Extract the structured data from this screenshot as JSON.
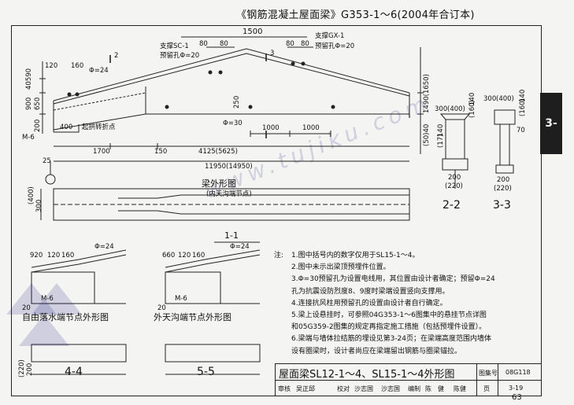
{
  "header_title": "《钢筋混凝土屋面梁》G353-1～6(2004年合订本)",
  "side_tab": "3-",
  "page_number": "63",
  "watermark": "www.tujiku.com",
  "elevation": {
    "dims_top": [
      "1500",
      "80",
      "80",
      "80",
      "80"
    ],
    "dims_left_top": [
      "120",
      "160",
      "Φ=24",
      "40590",
      "900"
    ],
    "dims_left_mid": [
      "650",
      "M-6",
      "200",
      "400"
    ],
    "support_sc": "支撑SC-1",
    "hole_20_a": "预留孔Φ=20",
    "support_gx": "支撑GX-1",
    "hole_20_b": "预留孔Φ=20",
    "section_mark_12": "2",
    "section_mark_13": "3",
    "phi30": "Φ=30",
    "dim_250": "250",
    "dim_1000a": "1000",
    "dim_1000b": "1000",
    "lifting_label": "起拱转折点",
    "dims_bottom": [
      "1700",
      "150",
      "4125(5625)",
      "11950(14950)",
      "25"
    ],
    "right_dims": [
      "1490(1650)",
      "(50)40"
    ],
    "caption": "梁外形图",
    "subcaption": "(内天沟端节点)",
    "plan_dims": [
      "(400)",
      "300"
    ]
  },
  "section_11": "1-1",
  "section_22": {
    "label": "2-2",
    "dims": [
      "300",
      "(400)",
      "140",
      "(160)",
      "140",
      "(17)",
      "200",
      "(220)"
    ]
  },
  "section_33": {
    "label": "3-3",
    "dims": [
      "300",
      "(400)",
      "140",
      "(160)",
      "70",
      "200",
      "(220)"
    ]
  },
  "detail_44": {
    "dims": [
      "920",
      "120",
      "160",
      "Φ=24",
      "M-6",
      "20"
    ],
    "caption": "自由落水端节点外形图",
    "section": "4-4",
    "plan_dims": [
      "(220)",
      "200"
    ]
  },
  "detail_55": {
    "dims": [
      "660",
      "120",
      "160",
      "Φ=24",
      "M-6",
      "20"
    ],
    "caption": "外天沟端节点外形图",
    "section": "5-5"
  },
  "notes": {
    "head": "注:",
    "items": [
      "1.图中括号内的数字仅用于SL15-1～4。",
      "2.图中未示出梁顶预埋件位置。",
      "3.Φ=30预留孔为设置电线用，其位置由设计者确定；预留Φ=24",
      "孔为抗震设防烈度8、9度时梁端设置竖向支撑用。",
      "4.连接抗风柱用预留孔的设置由设计者自行确定。",
      "5.梁上设悬挂时，可参照04G353-1～6图集中的悬挂节点详图",
      "和05G359-2图集的规定再指定施工措施（包括预埋件设置）。",
      "6.梁端与墙体拉结筋的埋设见第3-24页；在梁端高度范围内墙体",
      "设有圈梁时，设计者尚应在梁端留出钢筋与圈梁锚拉。"
    ]
  },
  "title_block": {
    "title": "屋面梁SL12-1～4、SL15-1～4外形图",
    "atlas_no_label": "图集号",
    "atlas_no": "08G118",
    "row2": [
      "审核",
      "吴正邱",
      "校对",
      "沙志国",
      "沙志国",
      "编制",
      "陈　健",
      "陈健"
    ],
    "page_label": "页",
    "page": "3-19"
  }
}
